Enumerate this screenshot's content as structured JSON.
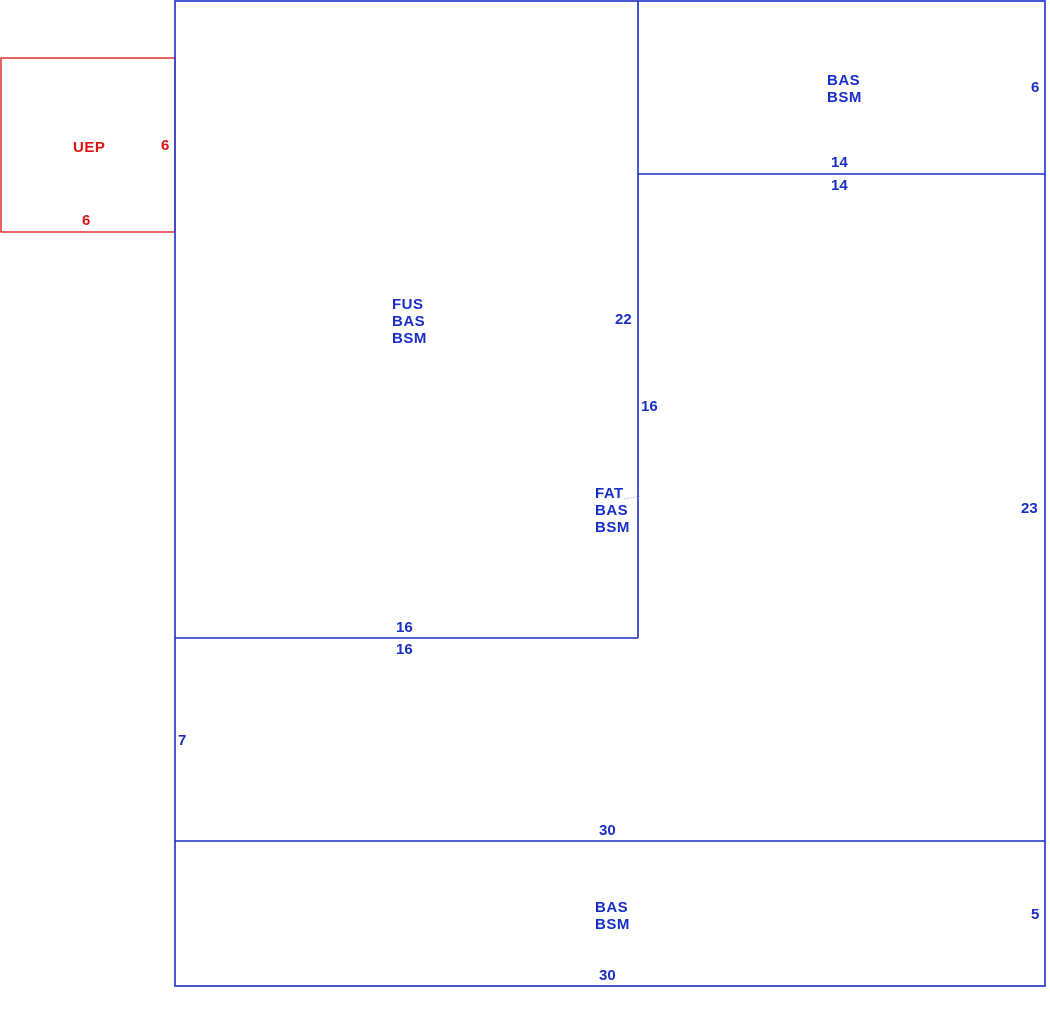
{
  "colors": {
    "primary": "#1a2fc8",
    "accent": "#dd1111"
  },
  "diagram": {
    "rooms": [
      {
        "id": "uep",
        "lines": [
          "UEP"
        ],
        "color": "accent"
      },
      {
        "id": "fus",
        "lines": [
          "FUS",
          "BAS",
          "BSM"
        ],
        "color": "primary"
      },
      {
        "id": "top-right",
        "lines": [
          "BAS",
          "BSM"
        ],
        "color": "primary"
      },
      {
        "id": "fat",
        "lines": [
          "FAT",
          "BAS",
          "BSM"
        ],
        "color": "primary"
      },
      {
        "id": "bottom",
        "lines": [
          "BAS",
          "BSM"
        ],
        "color": "primary"
      }
    ],
    "dimensions": {
      "uep_right": "6",
      "uep_bottom": "6",
      "top_right_right": "6",
      "top_right_bottom": "14",
      "mid_right_top": "14",
      "fus_right": "22",
      "mid_left": "16",
      "mid_right": "23",
      "fus_bottom": "16",
      "lower_top": "16",
      "lower_left": "7",
      "lower_bottom": "30",
      "bottom_right": "5",
      "bottom_bottom": "30"
    }
  }
}
